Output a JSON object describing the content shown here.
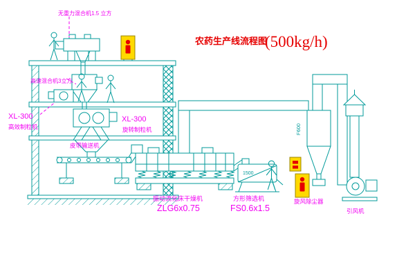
{
  "title": {
    "text": "农药生产线流程图",
    "capacity": "(500kg/h)"
  },
  "colors": {
    "line": "#009a9a",
    "label": "#f200f2",
    "title": "#e60000",
    "cabinet": "#ffd900",
    "accent": "#e60000",
    "bg": "#ffffff"
  },
  "equipment": {
    "gravity_mixer": {
      "label": "无重力混合机1.5 立方"
    },
    "high_speed_mixer": {
      "label": "高速混合机3立方"
    },
    "granulator_left": {
      "model": "XL-300",
      "label": "高效制粒机"
    },
    "granulator_right": {
      "model": "XL-300",
      "label": "旋转制粒机"
    },
    "belt_conveyor": {
      "label": "皮带输送机"
    },
    "fluid_bed_dryer": {
      "label": "振动流化床干燥机",
      "model": "ZLG6x0.75"
    },
    "square_sieve": {
      "label": "方形筛选机",
      "model": "FS0.6x1.5",
      "dimension": "1500"
    },
    "cyclone": {
      "label": "旋风除尘器",
      "dimension": "F600"
    },
    "induced_draft_fan": {
      "label": "引风机"
    }
  }
}
